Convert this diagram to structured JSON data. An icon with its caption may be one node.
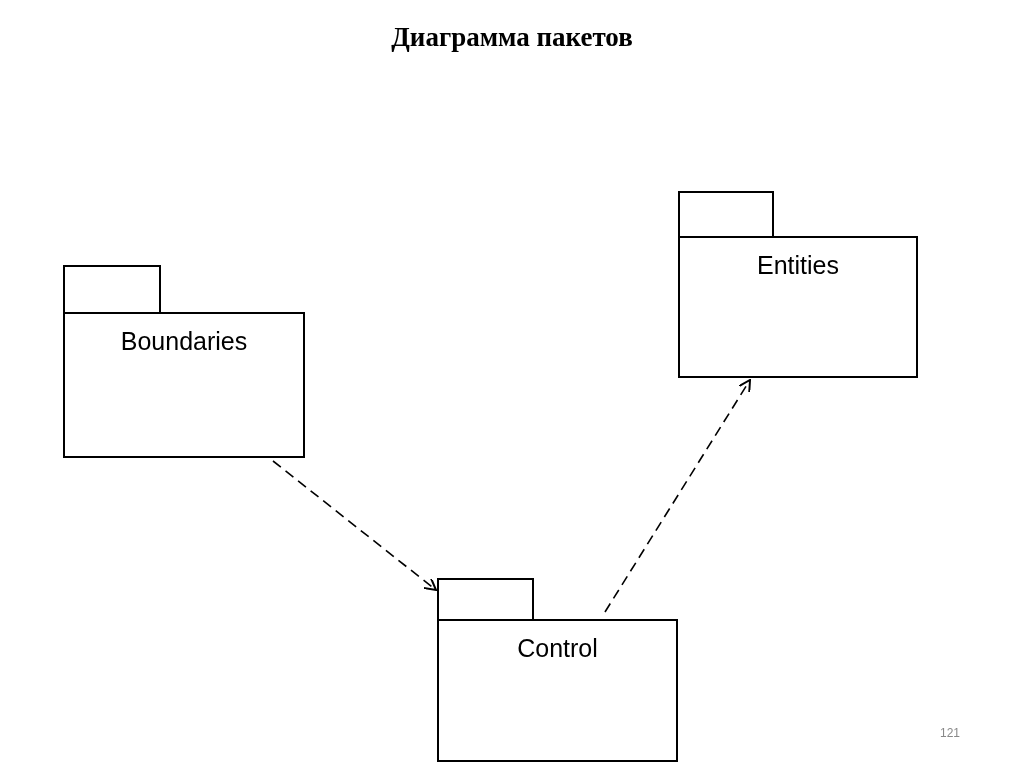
{
  "diagram": {
    "title": "Диаграмма пакетов",
    "nodes": [
      {
        "text": [
          "Boundaries"
        ]
      },
      {
        "text": [
          "Entities"
        ]
      },
      {
        "text": [
          "Control"
        ]
      }
    ],
    "edges": [
      {
        "from": 0,
        "to": 2,
        "arrow": "to",
        "style": "dashed"
      },
      {
        "from": 2,
        "to": 1,
        "arrow": "to",
        "style": "dashed"
      }
    ],
    "labels": [
      "121"
    ]
  }
}
